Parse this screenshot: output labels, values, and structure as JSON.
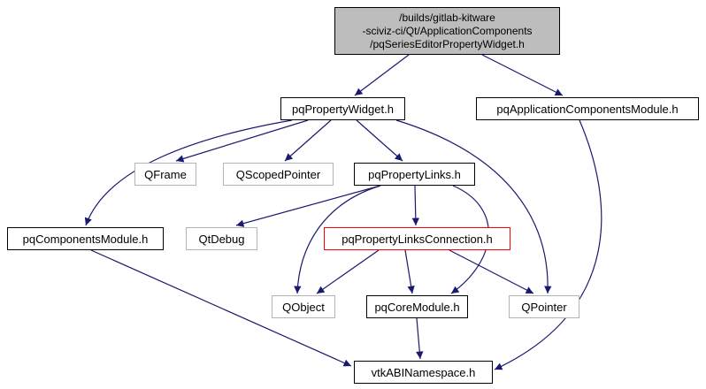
{
  "diagram": {
    "type": "include-dependency-graph",
    "root_file": "/builds/gitlab-kitware-sciviz-ci/Qt/ApplicationComponents/pqSeriesEditorPropertyWidget.h"
  },
  "colors": {
    "edge": "#191970",
    "node_border": "#000000",
    "external_node_border": "#b4b4b4",
    "highlight_node_border": "#ff0000",
    "root_fill": "#bdbdbd",
    "node_fill": "#ffffff",
    "text": "#000000"
  },
  "nodes": {
    "root": {
      "label": "/builds/gitlab-kitware\n-sciviz-ci/Qt/ApplicationComponents\n/pqSeriesEditorPropertyWidget.h"
    },
    "pqPropertyWidget": {
      "label": "pqPropertyWidget.h"
    },
    "pqApplicationComponentsModule": {
      "label": "pqApplicationComponentsModule.h"
    },
    "QFrame": {
      "label": "QFrame"
    },
    "QScopedPointer": {
      "label": "QScopedPointer"
    },
    "pqPropertyLinks": {
      "label": "pqPropertyLinks.h"
    },
    "pqComponentsModule": {
      "label": "pqComponentsModule.h"
    },
    "QtDebug": {
      "label": "QtDebug"
    },
    "pqPropertyLinksConnection": {
      "label": "pqPropertyLinksConnection.h"
    },
    "QObject": {
      "label": "QObject"
    },
    "pqCoreModule": {
      "label": "pqCoreModule.h"
    },
    "QPointer": {
      "label": "QPointer"
    },
    "vtkABINamespace": {
      "label": "vtkABINamespace.h"
    }
  },
  "edges": [
    {
      "from": "root",
      "to": "pqPropertyWidget"
    },
    {
      "from": "root",
      "to": "pqApplicationComponentsModule"
    },
    {
      "from": "pqPropertyWidget",
      "to": "QFrame"
    },
    {
      "from": "pqPropertyWidget",
      "to": "QScopedPointer"
    },
    {
      "from": "pqPropertyWidget",
      "to": "pqPropertyLinks"
    },
    {
      "from": "pqPropertyWidget",
      "to": "pqComponentsModule"
    },
    {
      "from": "pqPropertyWidget",
      "to": "QPointer"
    },
    {
      "from": "pqApplicationComponentsModule",
      "to": "vtkABINamespace"
    },
    {
      "from": "pqPropertyLinks",
      "to": "QtDebug"
    },
    {
      "from": "pqPropertyLinks",
      "to": "pqPropertyLinksConnection"
    },
    {
      "from": "pqPropertyLinks",
      "to": "QObject"
    },
    {
      "from": "pqPropertyLinks",
      "to": "pqCoreModule"
    },
    {
      "from": "pqPropertyLinksConnection",
      "to": "QObject"
    },
    {
      "from": "pqPropertyLinksConnection",
      "to": "pqCoreModule"
    },
    {
      "from": "pqPropertyLinksConnection",
      "to": "QPointer"
    },
    {
      "from": "pqCoreModule",
      "to": "vtkABINamespace"
    },
    {
      "from": "pqComponentsModule",
      "to": "vtkABINamespace"
    }
  ]
}
